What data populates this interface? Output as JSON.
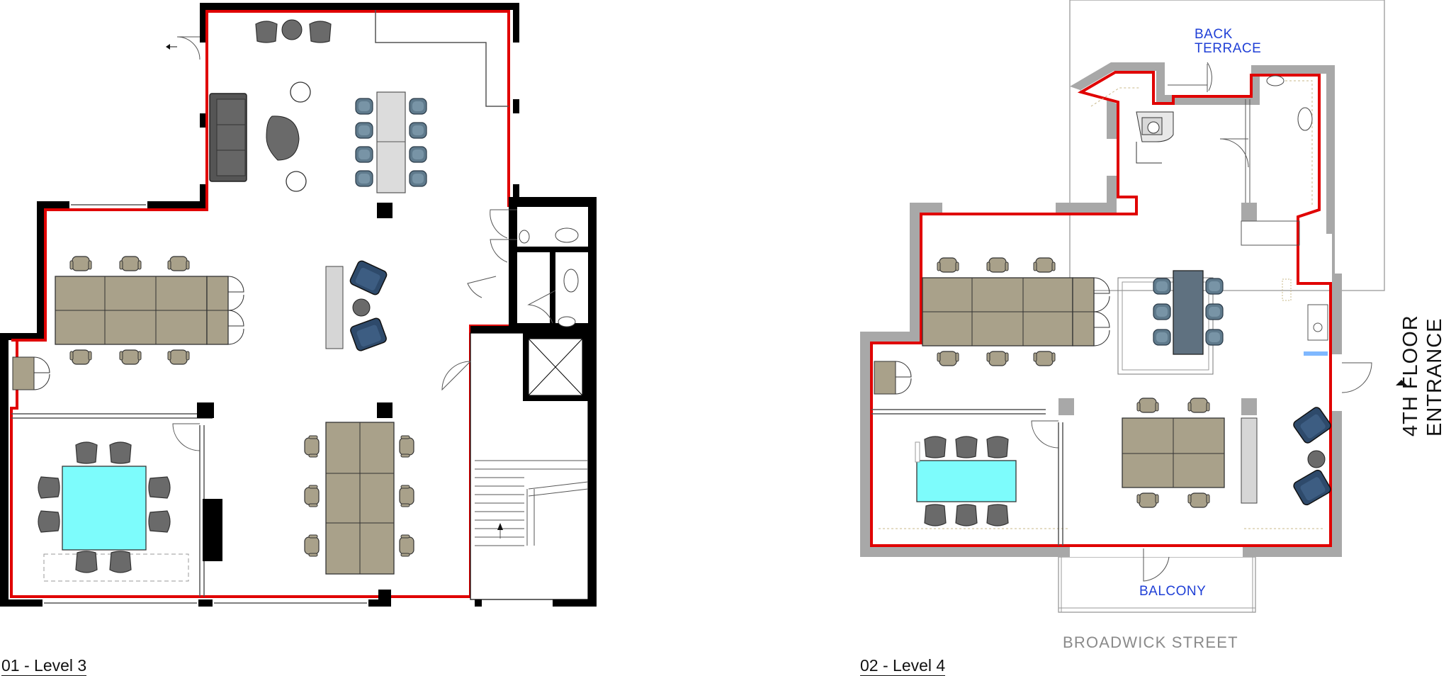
{
  "plans": [
    {
      "caption": "01 - Level 3",
      "room_labels": []
    },
    {
      "caption": "02 - Level 4",
      "room_labels": [
        "BACK",
        "TERRACE",
        "BALCONY"
      ],
      "street": "BROADWICK STREET",
      "entrance": [
        "4TH FLOOR",
        "ENTRANCE"
      ]
    }
  ],
  "colors": {
    "boundary": "#e00000",
    "wall_l3": "#000000",
    "wall_l4": "#a8a8a8",
    "desk": "#a9a18a",
    "meeting_table": "#7dfcfc",
    "dark_table": "#5f7180",
    "chair_blue": "#5f7a8c",
    "chair_grey": "#6a6a6a",
    "armchair": "#2e4a6b",
    "label_blue": "#1f3fd6"
  }
}
